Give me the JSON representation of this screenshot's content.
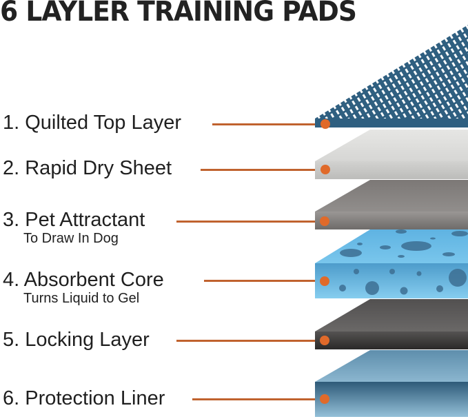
{
  "title": "6 LAYLER TRAINING PADS",
  "colors": {
    "connector": "#c0622e",
    "dot": "#e06a2a",
    "text": "#1f1f1f",
    "layer1": "#2f5f80",
    "layer2": "#d4d4d2",
    "layer3": "#8a8785",
    "layer4": "#6cbde6",
    "layer5": "#3e3c3b",
    "layer6": "#4f8cae"
  },
  "layers": [
    {
      "number": "1.",
      "name": "Quilted Top Layer",
      "subtitle": ""
    },
    {
      "number": "2.",
      "name": "Rapid Dry Sheet",
      "subtitle": ""
    },
    {
      "number": "3.",
      "name": "Pet Attractant",
      "subtitle": "To Draw In Dog"
    },
    {
      "number": "4.",
      "name": "Absorbent Core",
      "subtitle": "Turns Liquid to Gel"
    },
    {
      "number": "5.",
      "name": "Locking Layer",
      "subtitle": ""
    },
    {
      "number": "6.",
      "name": "Protection Liner",
      "subtitle": ""
    }
  ],
  "labels": {
    "l1": "1. Quilted Top Layer",
    "l2": "2. Rapid Dry Sheet",
    "l3": "3. Pet Attractant",
    "l3_sub": "To Draw In Dog",
    "l4": "4. Absorbent Core",
    "l4_sub": "Turns Liquid to Gel",
    "l5": "5. Locking Layer",
    "l6": "6. Protection Liner"
  }
}
